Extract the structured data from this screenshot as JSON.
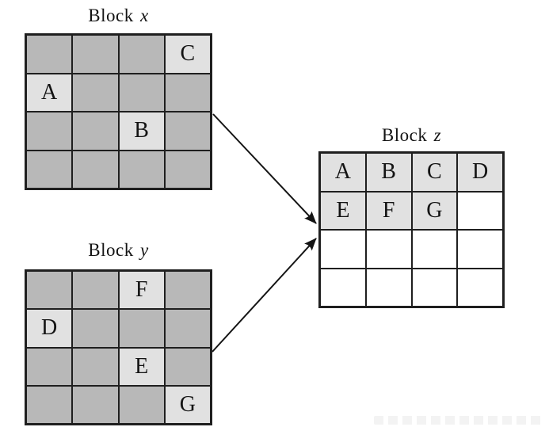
{
  "diagram": {
    "colors": {
      "cell-gray": "#b8b8b8",
      "cell-light": "#e1e1e1",
      "cell-white": "#ffffff",
      "line": "#1f1f1f",
      "ink": "#141414",
      "bg": "#ffffff"
    },
    "blocks": [
      {
        "id": "x",
        "title": "Block x",
        "title_prefix": "Block",
        "title_var": "x",
        "rows": 4,
        "cols": 4,
        "empty_style": "gray",
        "cells": [
          [
            "",
            "",
            "",
            "C"
          ],
          [
            "A",
            "",
            "",
            ""
          ],
          [
            "",
            "",
            "B",
            ""
          ],
          [
            "",
            "",
            "",
            ""
          ]
        ]
      },
      {
        "id": "y",
        "title": "Block y",
        "title_prefix": "Block",
        "title_var": "y",
        "rows": 4,
        "cols": 4,
        "empty_style": "gray",
        "cells": [
          [
            "",
            "",
            "F",
            ""
          ],
          [
            "D",
            "",
            "",
            ""
          ],
          [
            "",
            "",
            "E",
            ""
          ],
          [
            "",
            "",
            "",
            "G"
          ]
        ]
      },
      {
        "id": "z",
        "title": "Block z",
        "title_prefix": "Block",
        "title_var": "z",
        "rows": 4,
        "cols": 4,
        "empty_style": "white",
        "cells": [
          [
            "A",
            "B",
            "C",
            "D"
          ],
          [
            "E",
            "F",
            "G",
            ""
          ],
          [
            "",
            "",
            "",
            ""
          ],
          [
            "",
            "",
            "",
            ""
          ]
        ]
      }
    ],
    "arrows": [
      {
        "from": "block-x",
        "to": "block-z"
      },
      {
        "from": "block-y",
        "to": "block-z"
      }
    ]
  }
}
